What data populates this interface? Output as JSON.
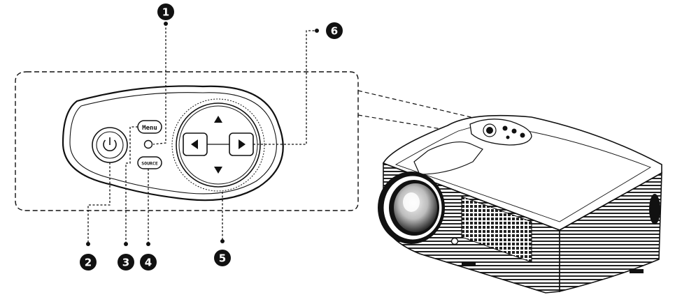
{
  "buttons": {
    "menu": "Menu",
    "source": "SOURCE"
  },
  "callouts": [
    "1",
    "2",
    "3",
    "4",
    "5",
    "6"
  ],
  "icons": {
    "power": "power-icon",
    "up": "arrow-up-icon",
    "down": "arrow-down-icon",
    "left": "arrow-left-icon",
    "right": "arrow-right-icon"
  },
  "colors": {
    "ink": "#111111",
    "paper": "#ffffff"
  }
}
